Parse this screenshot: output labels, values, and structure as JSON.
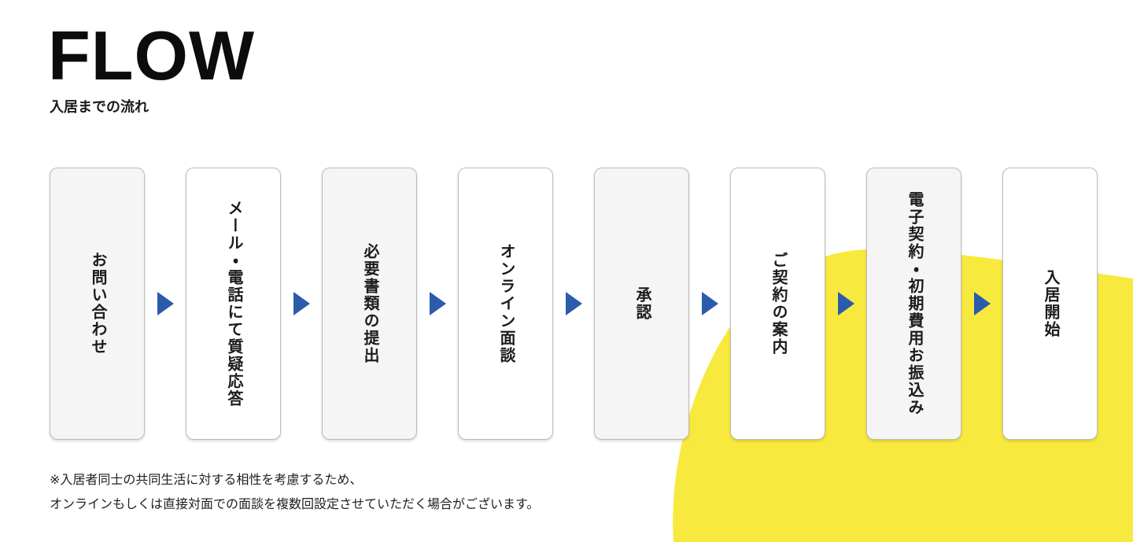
{
  "page": {
    "title": "FLOW",
    "subtitle": "入居までの流れ"
  },
  "colors": {
    "blob_yellow": "#f8e93f",
    "arrow_blue": "#2b5cab",
    "card_gray": "#f5f5f5",
    "card_white": "#ffffff",
    "card_border": "#bcbcbc",
    "text_black": "#1c1c1c"
  },
  "icons": {
    "step_arrow": "right-triangle ▶"
  },
  "flow": {
    "steps": [
      {
        "label": "お問い合わせ"
      },
      {
        "label": "メール・電話にて質疑応答"
      },
      {
        "label": "必要書類の提出"
      },
      {
        "label": "オンライン面談"
      },
      {
        "label": "承認"
      },
      {
        "label": "ご契約の案内"
      },
      {
        "label": "電子契約・初期費用お振込み"
      },
      {
        "label": "入居開始"
      }
    ]
  },
  "note": {
    "line1": "※入居者同士の共同生活に対する相性を考慮するため、",
    "line2": "オンラインもしくは直接対面での面談を複数回設定させていただく場合がございます。"
  }
}
